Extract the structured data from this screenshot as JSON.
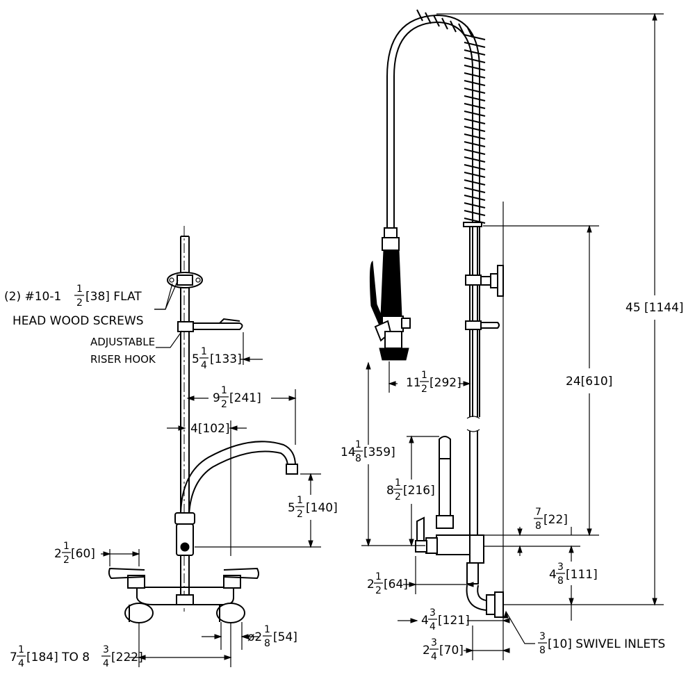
{
  "labels": {
    "screws_line1": "(2) #10-1",
    "screws_frac_num": "1",
    "screws_frac_den": "2",
    "screws_line1_end": "[38] FLAT",
    "screws_line2": "HEAD WOOD SCREWS",
    "hook_line1": "ADJUSTABLE",
    "hook_line2": "RISER HOOK",
    "swivel_tail": "[10] SWIVEL INLETS"
  },
  "dimensions": {
    "hook_reach": {
      "whole": "5",
      "num": "1",
      "den": "4",
      "tail": "[133]"
    },
    "spout_reach": {
      "whole": "9",
      "num": "1",
      "den": "2",
      "tail": " [241]"
    },
    "riser_offset": {
      "whole": "",
      "num": "",
      "den": "",
      "tail": "4[102]"
    },
    "spout_height": {
      "whole": "5",
      "num": "1",
      "den": "2",
      "tail": "[140]"
    },
    "handle_offset": {
      "whole": "2",
      "num": "1",
      "den": "2",
      "tail": " [60]"
    },
    "flange_diameter": {
      "whole": "ø2",
      "num": "1",
      "den": "8",
      "tail": "[54]"
    },
    "centers_min": {
      "whole": "7",
      "num": "1",
      "den": "4",
      "tail": "[184] TO 8"
    },
    "centers_max": {
      "num": "3",
      "den": "4",
      "tail": "[222]"
    },
    "sprayer_reach": {
      "whole": "11",
      "num": "1",
      "den": "2",
      "tail": "[292]"
    },
    "sprayer_height": {
      "whole": "14",
      "num": "1",
      "den": "8",
      "tail": " [359]"
    },
    "side_height": {
      "whole": "8",
      "num": "1",
      "den": "2",
      "tail": "[216]"
    },
    "bracket_span": {
      "whole": "",
      "num": "",
      "den": "",
      "tail": "24[610]"
    },
    "overall_height": {
      "whole": "",
      "num": "",
      "den": "",
      "tail": "45 [1144]"
    },
    "body_offset": {
      "whole": "",
      "num": "7",
      "den": "8",
      "tail": "[22]"
    },
    "inlet_height": {
      "whole": "4",
      "num": "3",
      "den": "8",
      "tail": "[111]"
    },
    "valve_offset": {
      "whole": "2",
      "num": "1",
      "den": "2",
      "tail": "[64]"
    },
    "inlet_offset": {
      "whole": "4",
      "num": "3",
      "den": "4",
      "tail": "[121]"
    },
    "wall_offset": {
      "whole": "2",
      "num": "3",
      "den": "4",
      "tail": "[70]"
    },
    "swivel_size": {
      "whole": "",
      "num": "3",
      "den": "8",
      "tail": ""
    }
  }
}
